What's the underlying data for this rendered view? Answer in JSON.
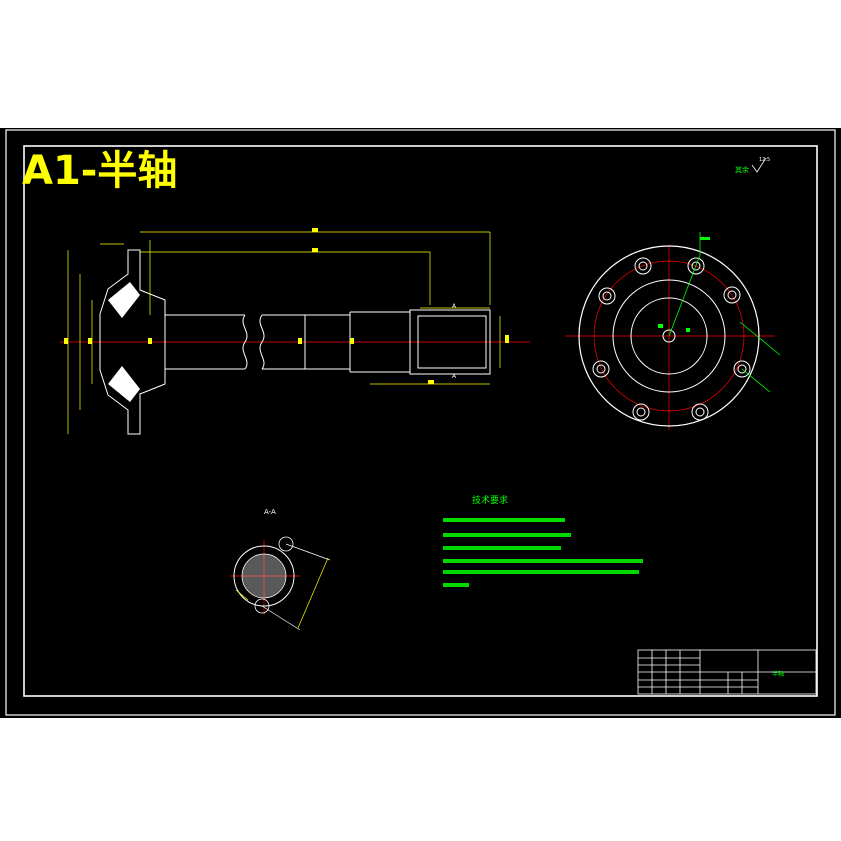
{
  "drawing": {
    "title": "A1-半轴",
    "surface_note": "其余",
    "surface_note_value": "12.5",
    "section_label": "A-A",
    "section_marker": "A",
    "tech_req_title": "技术要求"
  },
  "colors": {
    "paper": "#000000",
    "outer_bg": "#ffffff",
    "frame": "#ffffff",
    "geometry": "#ffffff",
    "dimension": "#ffff00",
    "title_text": "#ffff00",
    "center_line": "#ff0000",
    "note_text": "#00ff00",
    "title_block": "#ffffff"
  },
  "title_block": {
    "part_name": "半轴"
  }
}
